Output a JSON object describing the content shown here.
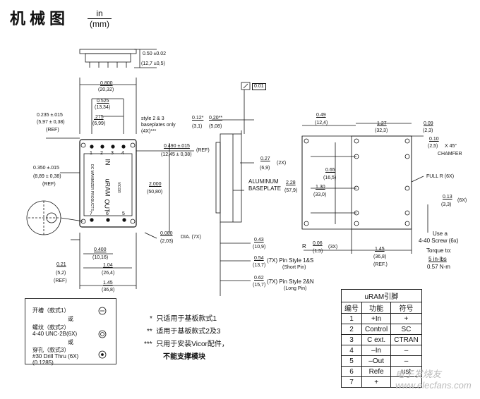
{
  "title": "机械图",
  "unit": {
    "num": "in",
    "den": "(mm)"
  },
  "dims": {
    "height_top": "0.50 ±0.02",
    "height_top_mm": "(12,7 ±0,5)",
    "d0800": "0.800",
    "d0800mm": "(20,32)",
    "d0525": "0.525",
    "d0525mm": "(13,34)",
    "d275": ".275",
    "d275mm": "(6,99)",
    "d0235": "0.235 ±.015",
    "d0235mm": "(5,97 ± 0,38)",
    "ref1": "(REF)",
    "style23": "style 2 & 3",
    "baseplates_only": "baseplates only",
    "four_x": "(4X)***",
    "d0490": "0.490 ±.015",
    "d0490mm": "(12,45 ± 0,38)",
    "ref2": "(REF)",
    "d0350": "0.350 ±.015",
    "d0350mm": "(8,89 ± 0,38)",
    "ref3": "(REF)",
    "d2000": "2.000",
    "d2000mm": "(50,80)",
    "d0080": "0.080",
    "d0080mm": "(2,03)",
    "dia7x": "DIA. (7X)",
    "d0400": "0.400",
    "d0400mm": "(10,16)",
    "d104": "1.04",
    "d104mm": "(26,4)",
    "d021": "0.21",
    "d021mm": "(5,2)",
    "ref4": "(REF)",
    "d145a": "1.45",
    "d145amm": "(36,8)",
    "flat": "0.01",
    "d012": "0.12*",
    "d012mm": "(3,1)",
    "d020": "0.20**",
    "d020mm": "(5,08)",
    "d027": "0.27",
    "d027mm": "(6,9)",
    "two_x": "(2X)",
    "aluminum": "ALUMINUM",
    "baseplate": "BASEPLATE",
    "d043": "0.43",
    "d043mm": "(10,9)",
    "d054": "0.54",
    "d054mm": "(13,7)",
    "pin_style_1s": "(7X) Pin Style 1&S",
    "short_pin": "(Short Pin)",
    "d062": "0.62",
    "d062mm": "(15,7)",
    "pin_style_2n": "(7X) Pin Style 2&N",
    "long_pin": "(Long Pin)",
    "d049": "0.49",
    "d049mm": "(12,4)",
    "d127": "1.27",
    "d127mm": "(32,3)",
    "d009": "0.09",
    "d009mm": "(2,3)",
    "d010": "0.10",
    "d010mm": "(2,5)",
    "x45": "X 45°",
    "chamfer": "CHAMFER",
    "d065": "0.65",
    "d065mm": "(16,5)",
    "d130": "1.30",
    "d130mm": "(33,0)",
    "d228": "2.28",
    "d228mm": "(57,9)",
    "full_r": "FULL R (6X)",
    "d013": "0.13",
    "d013mm": "(3,3)",
    "six_x": "(6X)",
    "r_label": "R",
    "d006": "0.06",
    "d006mm": "(1,5)",
    "three_x": "(3X)",
    "d145b": "1.45",
    "d145bmm": "(36,8)",
    "ref5": "(REF.)",
    "use": "Use a",
    "screw": "4-40 Screw (6x)",
    "torque": "Torque to:",
    "torque_val": "5 in-lbs",
    "torque_nm": "0.57 N-m"
  },
  "module": {
    "pin_top": [
      "1",
      "2",
      "3",
      "4"
    ],
    "pin_bottom": [
      "7",
      "6",
      "5"
    ],
    "in_label": "IN",
    "name": "uRAM",
    "out_label": "OUT",
    "side_text": "DC MAXIMIZER PRODUCTS",
    "logo_text": "VICOR"
  },
  "legend": {
    "slot": "开槽（款式1）",
    "or1": "或",
    "thread": "螺纹（款式2）",
    "thread_spec": "4-40   UNC-2B(6X)",
    "or2": "或",
    "hole": "穿孔（款式3）",
    "drill": "#30 Drill Thru (6X)",
    "drill_dim": "(0.1285)"
  },
  "notes": [
    {
      "mark": "*",
      "text": "只适用于基板款式1"
    },
    {
      "mark": "**",
      "text": "适用于基板款式2及3"
    },
    {
      "mark": "***",
      "text": "只用于安装Vicor配件，"
    },
    {
      "mark": "",
      "text": "不能支撑模块"
    }
  ],
  "pin_table": {
    "caption": "uRAM引脚",
    "headers": [
      "编号",
      "功能",
      "符号"
    ],
    "rows": [
      [
        "1",
        "+In",
        "+"
      ],
      [
        "2",
        "Control",
        "SC"
      ],
      [
        "3",
        "C ext.",
        "CTRAN"
      ],
      [
        "4",
        "–In",
        "–"
      ],
      [
        "5",
        "–Out",
        "–"
      ],
      [
        "6",
        "Refe",
        "ust"
      ],
      [
        "7",
        "+",
        ""
      ]
    ]
  },
  "watermark": "电子发烧友 www.elecfans.com"
}
